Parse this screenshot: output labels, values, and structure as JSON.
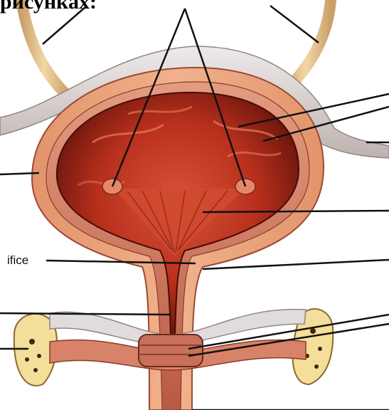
{
  "figure": {
    "caption_fragment": "рисунках:",
    "labels": [
      {
        "id": "orifice",
        "text": "ifice"
      }
    ],
    "colors": {
      "bladder_interior": "#c23a22",
      "bladder_dark": "#5a0f0a",
      "bladder_wall": "#e8a47a",
      "muscle_layer": "#d9826a",
      "peritoneum": "#d8d2cf",
      "ureter": "#e6c08a",
      "bone": "#f3df9a",
      "leader_line": "#111111"
    }
  }
}
